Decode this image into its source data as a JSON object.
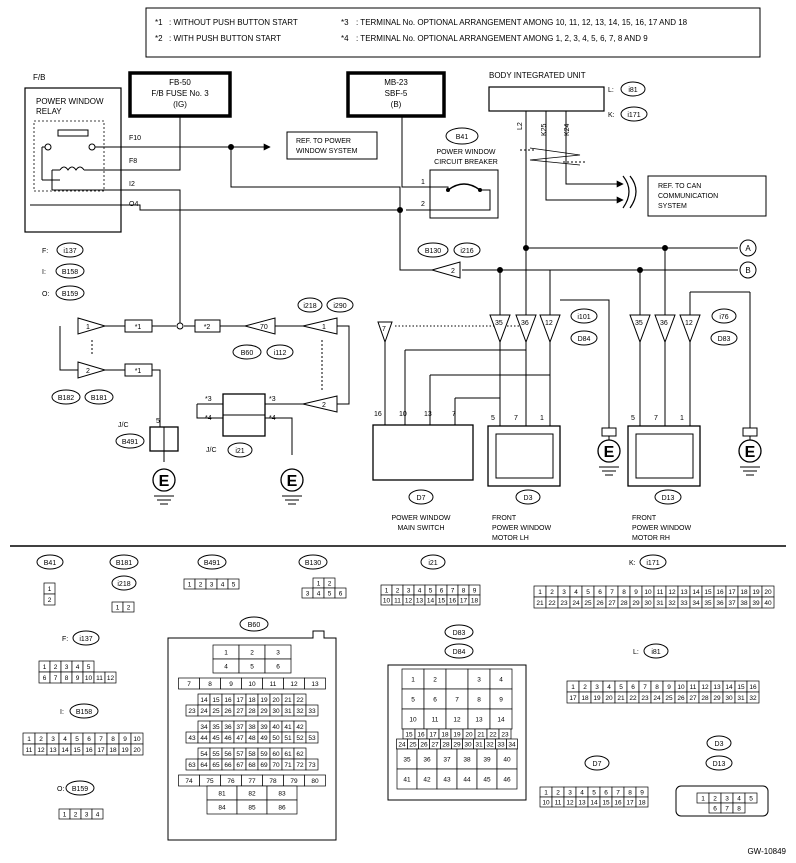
{
  "legend": [
    {
      "mark": "*1",
      "text": ": WITHOUT PUSH BUTTON START"
    },
    {
      "mark": "*2",
      "text": ": WITH PUSH BUTTON START"
    },
    {
      "mark": "*3",
      "text": ": TERMINAL No. OPTIONAL ARRANGEMENT AMONG 10, 11, 12, 13, 14, 15, 16, 17 AND 18"
    },
    {
      "mark": "*4",
      "text": ": TERMINAL No. OPTIONAL ARRANGEMENT AMONG 1, 2, 3, 4, 5, 6, 7, 8 AND 9"
    }
  ],
  "fuse_fb50": {
    "l1": "FB-50",
    "l2": "F/B FUSE No. 3",
    "l3": "(IG)"
  },
  "fuse_mb23": {
    "l1": "MB-23",
    "l2": "SBF-5",
    "l3": "(B)"
  },
  "fb": "F/B",
  "relay": {
    "l1": "POWER WINDOW",
    "l2": "RELAY",
    "t1": "F10",
    "t2": "F8",
    "t3": "I2",
    "t4": "O4"
  },
  "ref_pw": {
    "l1": "REF. TO POWER",
    "l2": "WINDOW SYSTEM"
  },
  "ref_can": {
    "l1": "REF. TO CAN",
    "l2": "COMMUNICATION",
    "l3": "SYSTEM"
  },
  "breaker": {
    "id": "B41",
    "l1": "POWER WINDOW",
    "l2": "CIRCUIT BREAKER",
    "p1": "1",
    "p2": "2"
  },
  "biu": {
    "title": "BODY INTEGRATED UNIT",
    "l": "L:",
    "k": "K:",
    "i81": "i81",
    "i171": "i171",
    "t1": "L2",
    "t2": "K25",
    "t3": "K24"
  },
  "conn_labels": {
    "f": "F:",
    "i137": "i137",
    "i": "I:",
    "b158": "B158",
    "o": "O:",
    "b159": "B159",
    "b130": "B130",
    "i216": "i216",
    "i218": "i218",
    "i290": "i290",
    "b60": "B60",
    "i112": "i112",
    "b182": "B182",
    "b181": "B181",
    "jc": "J/C",
    "b491": "B491",
    "i21": "i21",
    "i101": "i101",
    "d84": "D84",
    "i76": "i76",
    "d83": "D83",
    "a": "A",
    "b": "B",
    "e": "E"
  },
  "marks": {
    "s1": "*1",
    "s2": "*2",
    "s3": "*3",
    "s4": "*4"
  },
  "pins": {
    "p1": "1",
    "p2": "2",
    "p5": "5",
    "p7": "7",
    "p10": "10",
    "p12": "12",
    "p13": "13",
    "p16": "16",
    "p35": "35",
    "p36": "36",
    "p70": "70"
  },
  "components": {
    "d7": {
      "id": "D7",
      "l1": "POWER WINDOW",
      "l2": "MAIN SWITCH"
    },
    "d3": {
      "id": "D3",
      "l1": "FRONT",
      "l2": "POWER WINDOW",
      "l3": "MOTOR LH"
    },
    "d13": {
      "id": "D13",
      "l1": "FRONT",
      "l2": "POWER WINDOW",
      "l3": "MOTOR RH"
    }
  },
  "views": {
    "b41": "B41",
    "b181": "B181",
    "i218": "i218",
    "b491": "B491",
    "b130": "B130",
    "i21": "i21",
    "k": "K:",
    "i171": "i171",
    "f": "F:",
    "i137": "i137",
    "b60": "B60",
    "d83": "D83",
    "d84": "D84",
    "i": "I:",
    "b158": "B158",
    "l": "L:",
    "i81": "i81",
    "o": "O:",
    "b159": "B159",
    "d7": "D7",
    "d3": "D3",
    "d13": "D13"
  },
  "grids": {
    "b41": [
      [
        "1"
      ],
      [
        "2"
      ]
    ],
    "i218": [
      [
        "1",
        "2"
      ]
    ],
    "b491": [
      [
        "1",
        "2",
        "3",
        "4",
        "5"
      ]
    ],
    "b130": [
      [
        "1",
        "2"
      ],
      [
        "3",
        "4",
        "5",
        "6"
      ]
    ],
    "i21": [
      [
        "1",
        "2",
        "3",
        "4",
        "5",
        "6",
        "7",
        "8",
        "9"
      ],
      [
        "10",
        "11",
        "12",
        "13",
        "14",
        "15",
        "16",
        "17",
        "18"
      ]
    ],
    "i171": [
      [
        "1",
        "2",
        "3",
        "4",
        "5",
        "6",
        "7",
        "8",
        "9",
        "10",
        "11",
        "12",
        "13",
        "14",
        "15",
        "16",
        "17",
        "18",
        "19",
        "20"
      ],
      [
        "21",
        "22",
        "23",
        "24",
        "25",
        "26",
        "27",
        "28",
        "29",
        "30",
        "31",
        "32",
        "33",
        "34",
        "35",
        "36",
        "37",
        "38",
        "39",
        "40"
      ]
    ],
    "i137": [
      [
        "1",
        "2",
        "3",
        "4",
        "5"
      ],
      [
        "6",
        "7",
        "8",
        "9",
        "10",
        "11",
        "12"
      ]
    ],
    "b158": [
      [
        "1",
        "2",
        "3",
        "4",
        "5",
        "6",
        "7",
        "8",
        "9",
        "10"
      ],
      [
        "11",
        "12",
        "13",
        "14",
        "15",
        "16",
        "17",
        "18",
        "19",
        "20"
      ]
    ],
    "i81": [
      [
        "1",
        "2",
        "3",
        "4",
        "5",
        "6",
        "7",
        "8",
        "9",
        "10",
        "11",
        "12",
        "13",
        "14",
        "15",
        "16"
      ],
      [
        "17",
        "18",
        "19",
        "20",
        "21",
        "22",
        "23",
        "24",
        "25",
        "26",
        "27",
        "28",
        "29",
        "30",
        "31",
        "32"
      ]
    ],
    "b159": [
      [
        "1",
        "2",
        "3",
        "4"
      ]
    ],
    "d7": [
      [
        "1",
        "2",
        "3",
        "4",
        "5",
        "6",
        "7",
        "8",
        "9"
      ],
      [
        "10",
        "11",
        "12",
        "13",
        "14",
        "15",
        "16",
        "17",
        "18"
      ]
    ],
    "d3": [
      [
        "1",
        "2",
        "3",
        "4",
        "5"
      ],
      [
        "6",
        "7",
        "8"
      ]
    ],
    "b60": [
      [
        "1",
        "2",
        "3"
      ],
      [
        "4",
        "5",
        "6"
      ],
      [
        "7",
        "8",
        "9",
        "10",
        "11",
        "12",
        "13"
      ],
      [
        "14",
        "15",
        "16",
        "17",
        "18",
        "19",
        "20",
        "21",
        "22"
      ],
      [
        "23",
        "24",
        "25",
        "26",
        "27",
        "28",
        "29",
        "30",
        "31",
        "32",
        "33"
      ],
      [
        "34",
        "35",
        "36",
        "37",
        "38",
        "39",
        "40",
        "41",
        "42"
      ],
      [
        "43",
        "44",
        "45",
        "46",
        "47",
        "48",
        "49",
        "50",
        "51",
        "52",
        "53"
      ],
      [
        "54",
        "55",
        "56",
        "57",
        "58",
        "59",
        "60",
        "61",
        "62"
      ],
      [
        "63",
        "64",
        "65",
        "66",
        "67",
        "68",
        "69",
        "70",
        "71",
        "72",
        "73"
      ],
      [
        "74",
        "75",
        "76",
        "77",
        "78",
        "79",
        "80"
      ],
      [
        "81",
        "82",
        "83"
      ],
      [
        "84",
        "85",
        "86"
      ]
    ],
    "d84": [
      [
        "1",
        "2",
        "",
        "3",
        "4"
      ],
      [
        "5",
        "6",
        "7",
        "8",
        "9"
      ],
      [
        "10",
        "11",
        "12",
        "13",
        "14"
      ],
      [
        "15",
        "16",
        "17",
        "18",
        "19",
        "20",
        "21",
        "22",
        "23"
      ],
      [
        "24",
        "25",
        "26",
        "27",
        "28",
        "29",
        "30",
        "31",
        "32",
        "33",
        "34"
      ],
      [
        "35",
        "36",
        "37",
        "38",
        "39",
        "40"
      ],
      [
        "41",
        "42",
        "43",
        "44",
        "45",
        "46"
      ]
    ]
  },
  "footer": {
    "code": "GW-10849"
  }
}
